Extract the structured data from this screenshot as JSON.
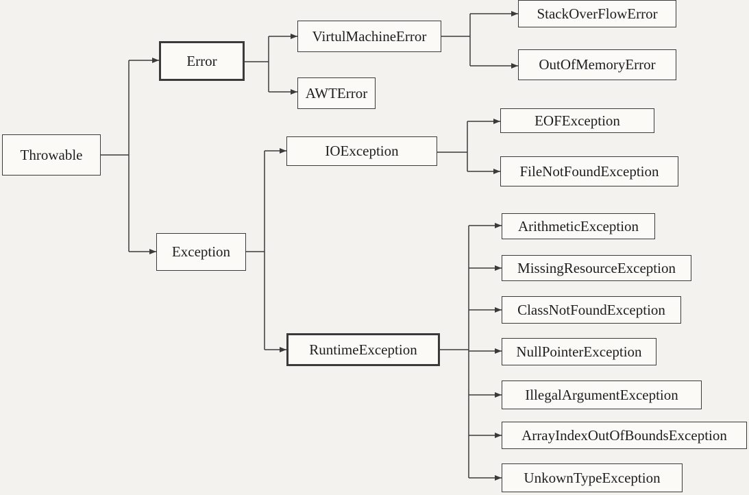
{
  "nodes": {
    "throwable": "Throwable",
    "error": "Error",
    "exception": "Exception",
    "virtual_machine_error": "VirtulMachineError",
    "awt_error": "AWTError",
    "stack_overflow_error": "StackOverFlowError",
    "out_of_memory_error": "OutOfMemoryError",
    "io_exception": "IOException",
    "runtime_exception": "RuntimeException",
    "eof_exception": "EOFException",
    "file_not_found_exception": "FileNotFoundException",
    "arithmetic_exception": "ArithmeticException",
    "missing_resource_exception": "MissingResourceException",
    "class_not_found_exception": "ClassNotFoundException",
    "null_pointer_exception": "NullPointerException",
    "illegal_argument_exception": "IllegalArgumentException",
    "array_index_out_of_bounds_exception": "ArrayIndexOutOfBoundsException",
    "unknown_type_exception": "UnkownTypeException"
  },
  "edges": [
    [
      "throwable",
      "error"
    ],
    [
      "throwable",
      "exception"
    ],
    [
      "error",
      "virtual_machine_error"
    ],
    [
      "error",
      "awt_error"
    ],
    [
      "virtual_machine_error",
      "stack_overflow_error"
    ],
    [
      "virtual_machine_error",
      "out_of_memory_error"
    ],
    [
      "exception",
      "io_exception"
    ],
    [
      "exception",
      "runtime_exception"
    ],
    [
      "io_exception",
      "eof_exception"
    ],
    [
      "io_exception",
      "file_not_found_exception"
    ],
    [
      "runtime_exception",
      "arithmetic_exception"
    ],
    [
      "runtime_exception",
      "missing_resource_exception"
    ],
    [
      "runtime_exception",
      "class_not_found_exception"
    ],
    [
      "runtime_exception",
      "null_pointer_exception"
    ],
    [
      "runtime_exception",
      "illegal_argument_exception"
    ],
    [
      "runtime_exception",
      "array_index_out_of_bounds_exception"
    ],
    [
      "runtime_exception",
      "unknown_type_exception"
    ]
  ]
}
